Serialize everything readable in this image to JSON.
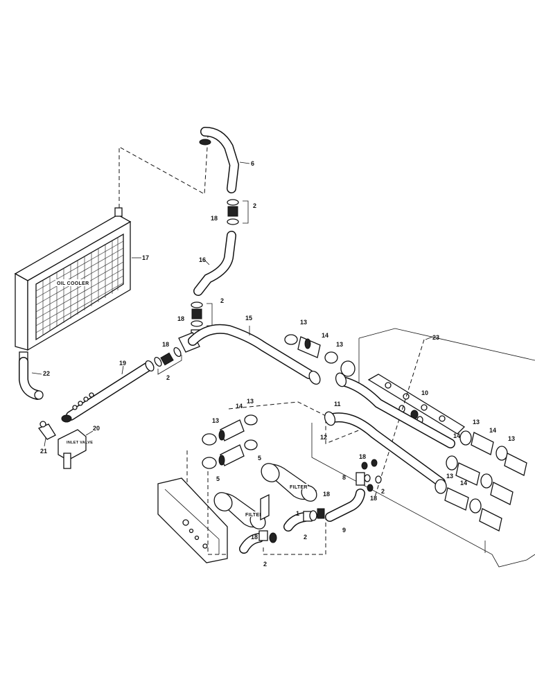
{
  "diagram": {
    "text_labels": {
      "oil_cooler": "OIL COOLER",
      "filter_a": "FILTER",
      "filter_b": "FILTER",
      "inlet_valve": "INLET VALVE"
    },
    "callouts": {
      "c1": "1",
      "c2a": "2",
      "c2b": "2",
      "c2c": "2",
      "c2d": "2",
      "c2e": "2",
      "c2f": "2",
      "c5a": "5",
      "c5b": "5",
      "c6": "6",
      "c8": "8",
      "c9": "9",
      "c10": "10",
      "c11": "11",
      "c12": "12",
      "c13a": "13",
      "c13b": "13",
      "c13c": "13",
      "c13d": "13",
      "c13e": "13",
      "c13f": "13",
      "c13g": "13",
      "c14a": "14",
      "c14b": "14",
      "c14c": "14",
      "c14d": "14",
      "c14e": "14",
      "c15": "15",
      "c16": "16",
      "c17": "17",
      "c18a": "18",
      "c18b": "18",
      "c18c": "18",
      "c18d": "18",
      "c18e": "18",
      "c18f": "18",
      "c18g": "18",
      "c19": "19",
      "c20": "20",
      "c21": "21",
      "c22": "22",
      "c23": "23"
    }
  }
}
